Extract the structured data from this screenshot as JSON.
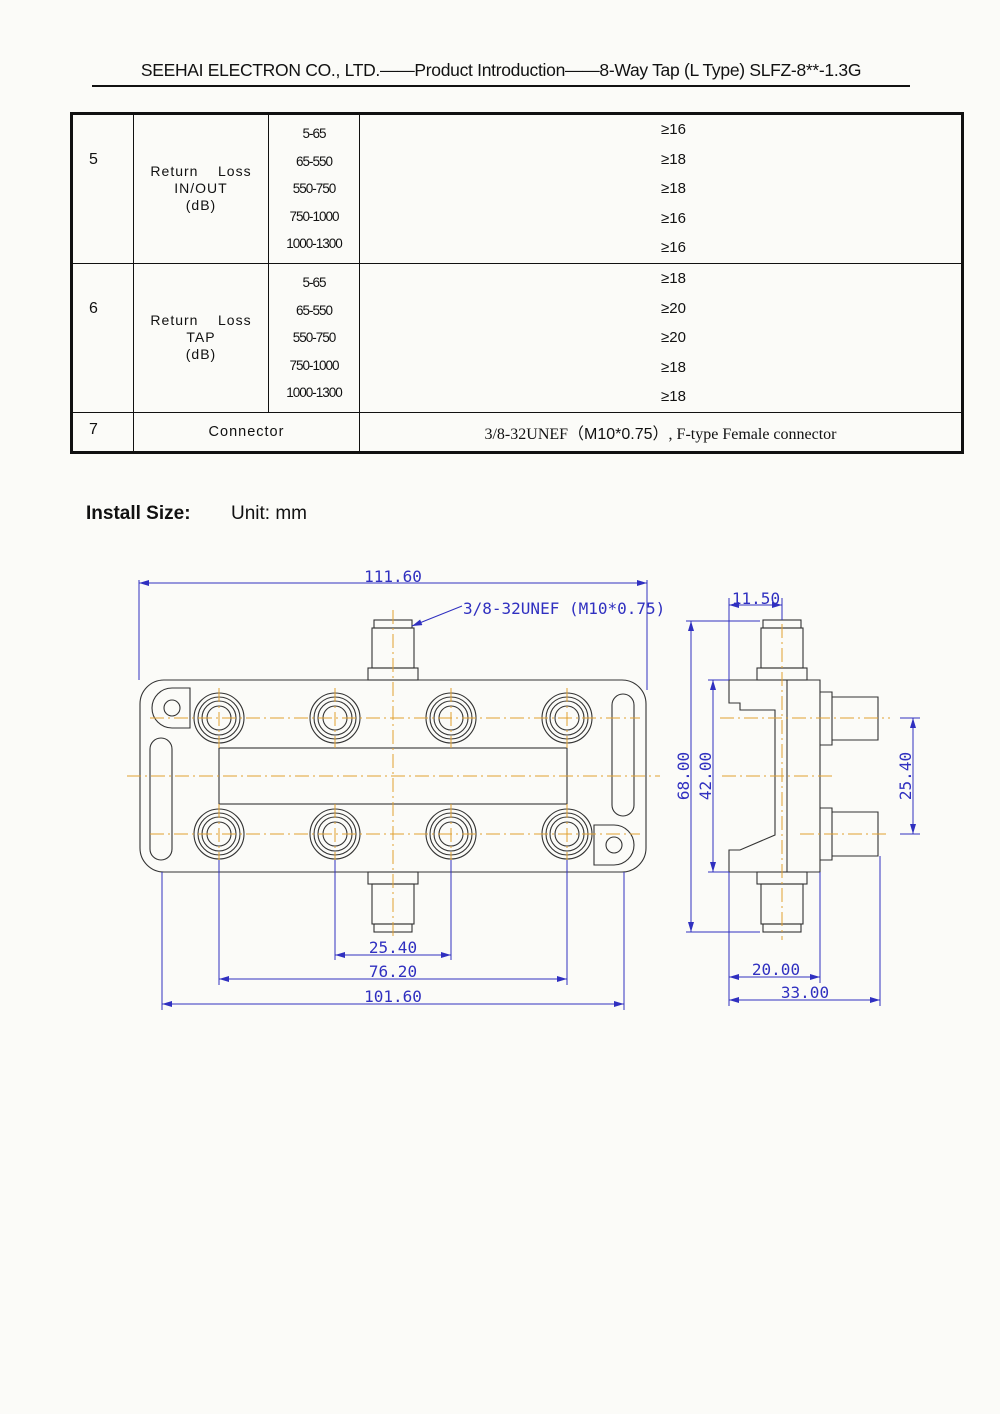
{
  "header": {
    "title": "SEEHAI ELECTRON CO., LTD.——Product Introduction——8-Way Tap (L Type) SLFZ-8**-1.3G"
  },
  "table": {
    "rows": [
      {
        "no": "5",
        "param_lines": [
          "Return    Loss",
          "IN/OUT",
          "(dB)"
        ],
        "freqs": [
          "5-65",
          "65-550",
          "550-750",
          "750-1000",
          "1000-1300"
        ],
        "values": [
          "≥16",
          "≥18",
          "≥18",
          "≥16",
          "≥16"
        ]
      },
      {
        "no": "6",
        "param_lines": [
          "Return    Loss",
          "TAP",
          "(dB)"
        ],
        "freqs": [
          "5-65",
          "65-550",
          "550-750",
          "750-1000",
          "1000-1300"
        ],
        "values": [
          "≥18",
          "≥20",
          "≥20",
          "≥18",
          "≥18"
        ]
      }
    ],
    "connector": {
      "no": "7",
      "label": "Connector",
      "value_pre": "3/8-32UNEF（",
      "value_bold": "M10*0.75",
      "value_post": "）, F-type Female connector"
    }
  },
  "install": {
    "label": "Install Size:",
    "unit": "Unit: mm"
  },
  "drawing": {
    "front_width": "111.60",
    "thread_note": "3/8-32UNEF (M10*0.75)",
    "port_pitch": "25.40",
    "port_span": "76.20",
    "mount_span": "101.60",
    "side_top_offset": "11.50",
    "height_total": "68.00",
    "height_body": "42.00",
    "side_port_pitch": "25.40",
    "depth_body": "20.00",
    "depth_total": "33.00"
  }
}
